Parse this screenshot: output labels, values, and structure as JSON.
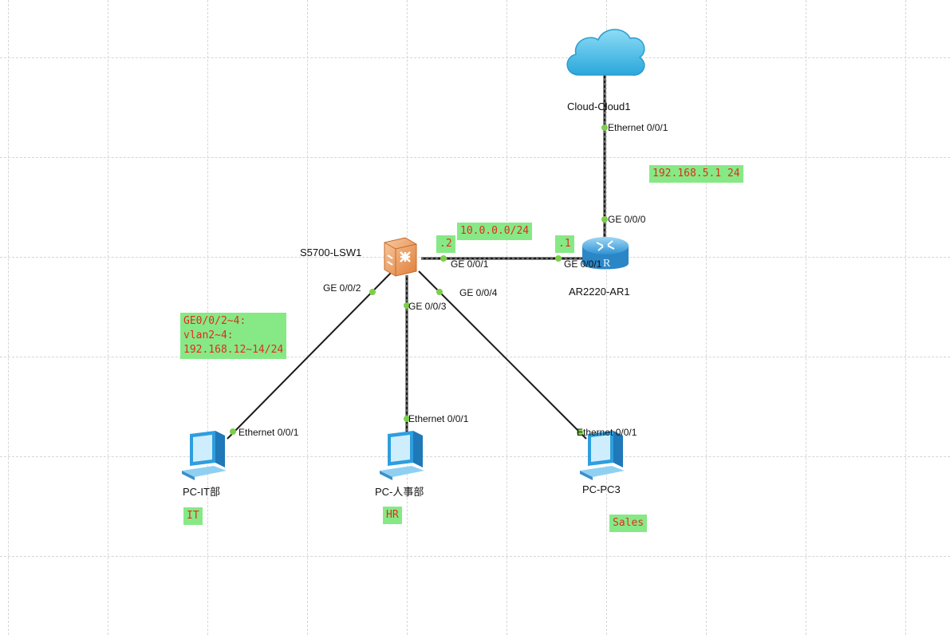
{
  "devices": {
    "cloud": {
      "name": "Cloud-Cloud1",
      "icon": "cloud-icon"
    },
    "switch": {
      "name": "S5700-LSW1",
      "icon": "switch-icon"
    },
    "router": {
      "name": "AR2220-AR1",
      "icon": "router-icon"
    },
    "pc_it": {
      "name": "PC-IT部",
      "icon": "pc-icon"
    },
    "pc_hr": {
      "name": "PC-人事部",
      "icon": "pc-icon"
    },
    "pc_3": {
      "name": "PC-PC3",
      "icon": "pc-icon"
    }
  },
  "ports": {
    "cloud_eth": "Ethernet 0/0/1",
    "router_ge000": "GE 0/0/0",
    "switch_ge001": "GE 0/0/1",
    "router_ge001": "GE 0/0/1",
    "switch_ge002": "GE 0/0/2",
    "switch_ge003": "GE 0/0/3",
    "switch_ge004": "GE 0/0/4",
    "pc_it_eth": "Ethernet 0/0/1",
    "pc_hr_eth": "Ethernet 0/0/1",
    "pc_3_eth": "Ethernet 0/0/1"
  },
  "notes": {
    "wan_ip": "192.168.5.1 24",
    "link_subnet": "10.0.0.0/24",
    "switch_host": ".2",
    "router_host": ".1",
    "vlan_info": "GE0/0/2~4:\nvlan2~4:\n192.168.12~14/24",
    "it_tag": "IT",
    "hr_tag": "HR",
    "sales_tag": "Sales"
  },
  "colors": {
    "note_bg": "#86e986",
    "note_text": "#e32b1b",
    "port_dot": "#7ccf4a",
    "link_line": "#1a1a1a",
    "cloud_fill": "#4fc3ea",
    "router_fill": "#5ab4e6",
    "switch_fill": "#f0a66a"
  }
}
